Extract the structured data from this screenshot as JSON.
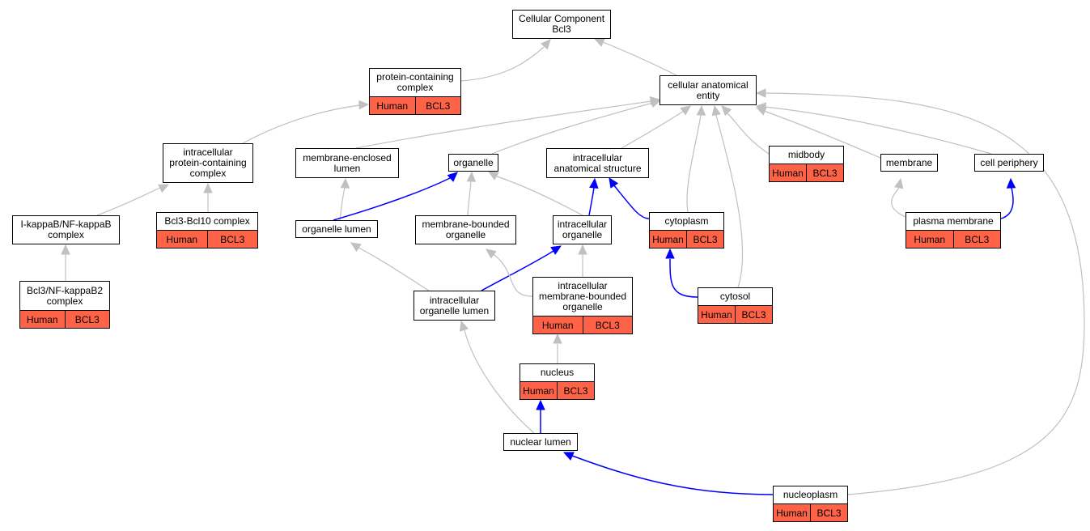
{
  "colors": {
    "annotation_fill": "#ff6347",
    "is_a_edge": "#c0c0c0",
    "part_of_edge": "#0000ff"
  },
  "nodes": {
    "root": {
      "lines": [
        "Cellular Component",
        "Bcl3"
      ]
    },
    "protein_complex": {
      "lines": [
        "protein-containing",
        "complex"
      ],
      "species": "Human",
      "gene": "BCL3"
    },
    "cae": {
      "lines": [
        "cellular anatomical",
        "entity"
      ]
    },
    "ipcc": {
      "lines": [
        "intracellular",
        "protein-containing",
        "complex"
      ]
    },
    "mel": {
      "lines": [
        "membrane-enclosed",
        "lumen"
      ]
    },
    "organelle": {
      "lines": [
        "organelle"
      ]
    },
    "ias": {
      "lines": [
        "intracellular",
        "anatomical structure"
      ]
    },
    "midbody": {
      "lines": [
        "midbody"
      ],
      "species": "Human",
      "gene": "BCL3"
    },
    "membrane": {
      "lines": [
        "membrane"
      ]
    },
    "cell_periphery": {
      "lines": [
        "cell periphery"
      ]
    },
    "ikb": {
      "lines": [
        "I-kappaB/NF-kappaB",
        "complex"
      ]
    },
    "bcl10": {
      "lines": [
        "Bcl3-Bcl10 complex"
      ],
      "species": "Human",
      "gene": "BCL3"
    },
    "org_lumen": {
      "lines": [
        "organelle lumen"
      ]
    },
    "mbo": {
      "lines": [
        "membrane-bounded",
        "organelle"
      ]
    },
    "io": {
      "lines": [
        "intracellular",
        "organelle"
      ]
    },
    "cytoplasm": {
      "lines": [
        "cytoplasm"
      ],
      "species": "Human",
      "gene": "BCL3"
    },
    "pm": {
      "lines": [
        "plasma membrane"
      ],
      "species": "Human",
      "gene": "BCL3"
    },
    "nfkb2": {
      "lines": [
        "Bcl3/NF-kappaB2",
        "complex"
      ],
      "species": "Human",
      "gene": "BCL3"
    },
    "iol": {
      "lines": [
        "intracellular",
        "organelle lumen"
      ]
    },
    "imbo": {
      "lines": [
        "intracellular",
        "membrane-bounded",
        "organelle"
      ],
      "species": "Human",
      "gene": "BCL3"
    },
    "cytosol": {
      "lines": [
        "cytosol"
      ],
      "species": "Human",
      "gene": "BCL3"
    },
    "nucleus": {
      "lines": [
        "nucleus"
      ],
      "species": "Human",
      "gene": "BCL3"
    },
    "nuclear_lumen": {
      "lines": [
        "nuclear lumen"
      ]
    },
    "nucleoplasm": {
      "lines": [
        "nucleoplasm"
      ],
      "species": "Human",
      "gene": "BCL3"
    }
  },
  "edges": [
    {
      "from": "protein_complex",
      "to": "root",
      "rel": "is_a"
    },
    {
      "from": "cae",
      "to": "root",
      "rel": "is_a"
    },
    {
      "from": "ipcc",
      "to": "protein_complex",
      "rel": "is_a"
    },
    {
      "from": "mel",
      "to": "cae",
      "rel": "is_a"
    },
    {
      "from": "organelle",
      "to": "cae",
      "rel": "is_a"
    },
    {
      "from": "ias",
      "to": "cae",
      "rel": "is_a"
    },
    {
      "from": "cytoplasm",
      "to": "cae",
      "rel": "is_a"
    },
    {
      "from": "cytosol",
      "to": "cae",
      "rel": "is_a"
    },
    {
      "from": "midbody",
      "to": "cae",
      "rel": "is_a"
    },
    {
      "from": "membrane",
      "to": "cae",
      "rel": "is_a"
    },
    {
      "from": "cell_periphery",
      "to": "cae",
      "rel": "is_a"
    },
    {
      "from": "nucleoplasm",
      "to": "cae",
      "rel": "is_a"
    },
    {
      "from": "ikb",
      "to": "ipcc",
      "rel": "is_a"
    },
    {
      "from": "bcl10",
      "to": "ipcc",
      "rel": "is_a"
    },
    {
      "from": "nfkb2",
      "to": "ikb",
      "rel": "is_a"
    },
    {
      "from": "org_lumen",
      "to": "mel",
      "rel": "is_a"
    },
    {
      "from": "org_lumen",
      "to": "organelle",
      "rel": "part_of"
    },
    {
      "from": "mbo",
      "to": "organelle",
      "rel": "is_a"
    },
    {
      "from": "io",
      "to": "organelle",
      "rel": "is_a"
    },
    {
      "from": "io",
      "to": "ias",
      "rel": "part_of"
    },
    {
      "from": "cytoplasm",
      "to": "ias",
      "rel": "part_of"
    },
    {
      "from": "pm",
      "to": "membrane",
      "rel": "is_a"
    },
    {
      "from": "pm",
      "to": "cell_periphery",
      "rel": "part_of"
    },
    {
      "from": "iol",
      "to": "org_lumen",
      "rel": "is_a"
    },
    {
      "from": "iol",
      "to": "io",
      "rel": "part_of"
    },
    {
      "from": "imbo",
      "to": "mbo",
      "rel": "is_a"
    },
    {
      "from": "imbo",
      "to": "io",
      "rel": "is_a"
    },
    {
      "from": "cytosol",
      "to": "cytoplasm",
      "rel": "part_of"
    },
    {
      "from": "nucleus",
      "to": "imbo",
      "rel": "is_a"
    },
    {
      "from": "nuclear_lumen",
      "to": "nucleus",
      "rel": "part_of"
    },
    {
      "from": "nuclear_lumen",
      "to": "iol",
      "rel": "is_a"
    },
    {
      "from": "nucleoplasm",
      "to": "nuclear_lumen",
      "rel": "part_of"
    }
  ]
}
